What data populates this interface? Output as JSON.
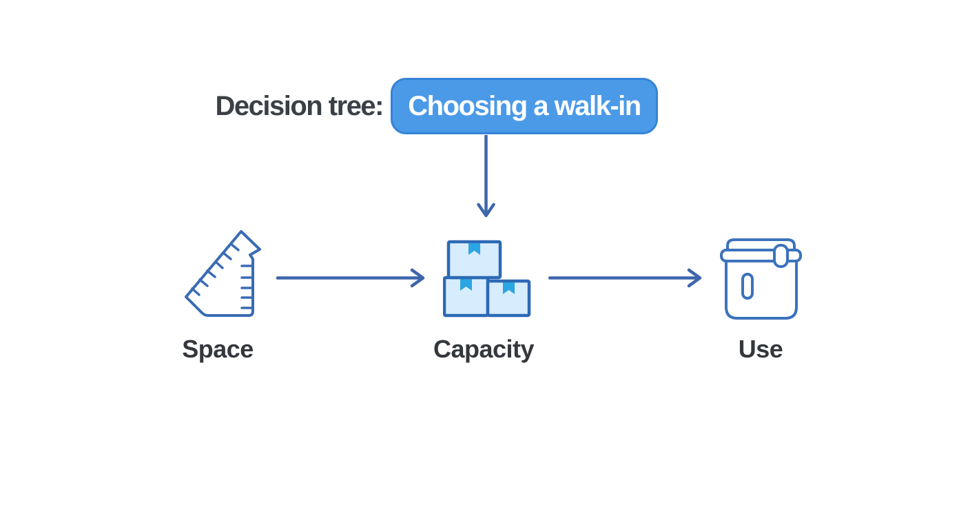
{
  "diagram": {
    "title": "Decision tree:",
    "root_node": {
      "label": "Choosing a walk-in"
    },
    "nodes": [
      {
        "label": "Space",
        "icon": "ruler-icon"
      },
      {
        "label": "Capacity",
        "icon": "stacked-boxes-icon"
      },
      {
        "label": "Use",
        "icon": "cooler-icon"
      }
    ],
    "connections": [
      {
        "from": "Choosing a walk-in",
        "to": "Capacity",
        "direction": "down"
      },
      {
        "from": "Space",
        "to": "Capacity",
        "direction": "right"
      },
      {
        "from": "Capacity",
        "to": "Use",
        "direction": "right"
      }
    ]
  },
  "colors": {
    "background": "#FFFFFF",
    "title_text": "#3B3F46",
    "label_text": "#34383D",
    "badge_fill": "#4B9AE8",
    "badge_border": "#3583D6",
    "badge_text": "#FFFFFF",
    "arrow": "#3D66AB",
    "ruler_stroke": "#3A6BB4",
    "box_stroke": "#2C69B5",
    "box_fill": "#D7ECFC",
    "box_tape": "#2BA5E3",
    "cooler_stroke": "#3C72BC"
  }
}
